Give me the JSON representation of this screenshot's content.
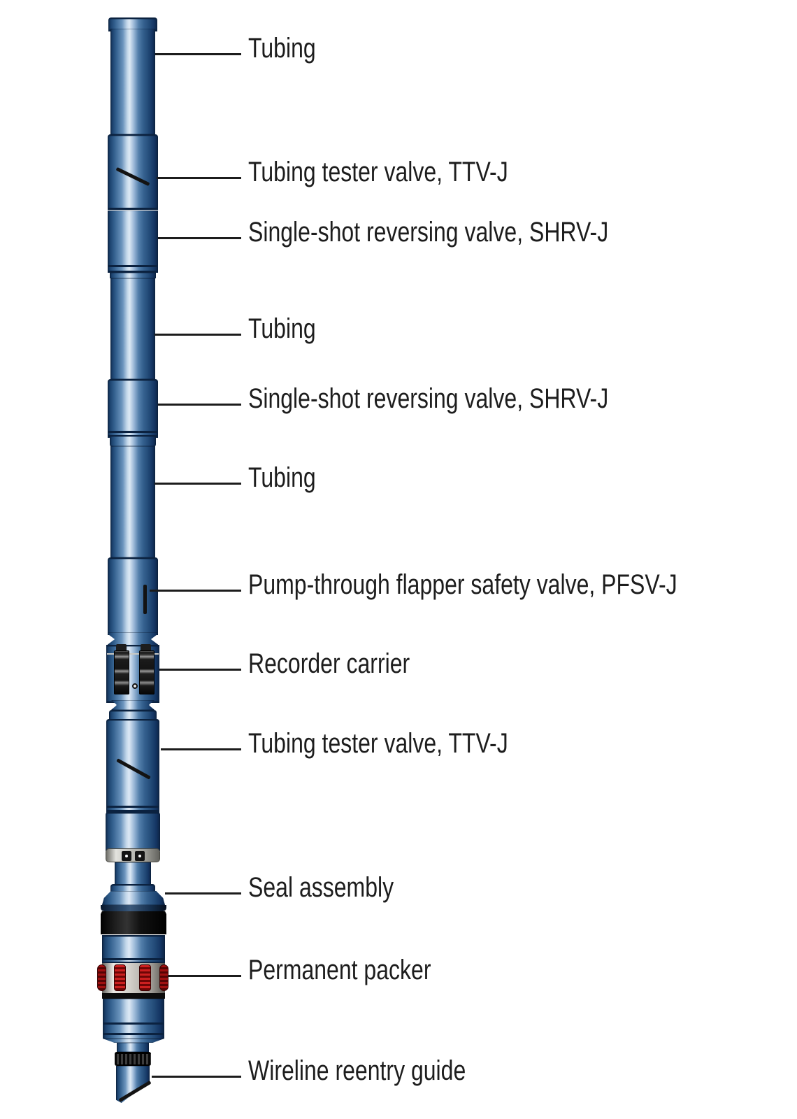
{
  "labels": [
    {
      "text": "Tubing"
    },
    {
      "text": "Tubing tester valve, TTV-J"
    },
    {
      "text": "Single-shot reversing valve, SHRV-J"
    },
    {
      "text": "Tubing"
    },
    {
      "text": "Single-shot reversing valve, SHRV-J"
    },
    {
      "text": "Tubing"
    },
    {
      "text": "Pump-through flapper safety valve, PFSV-J"
    },
    {
      "text": "Recorder carrier"
    },
    {
      "text": "Tubing tester valve, TTV-J"
    },
    {
      "text": "Seal assembly"
    },
    {
      "text": "Permanent packer"
    },
    {
      "text": "Wireline reentry guide"
    }
  ],
  "colors": {
    "background": "#ffffff",
    "tool_blue_dark": "#0e2746",
    "tool_blue_mid": "#35618f",
    "tool_blue_highlight": "#dde9f5",
    "joint_line": "#0b2240",
    "packer_element_black": "#0c0c0c",
    "slip_red": "#b51616",
    "latch_gray": "#c3c3bd",
    "silver_band": "#d2cfc9",
    "leader_and_text": "#1c1c1c"
  }
}
